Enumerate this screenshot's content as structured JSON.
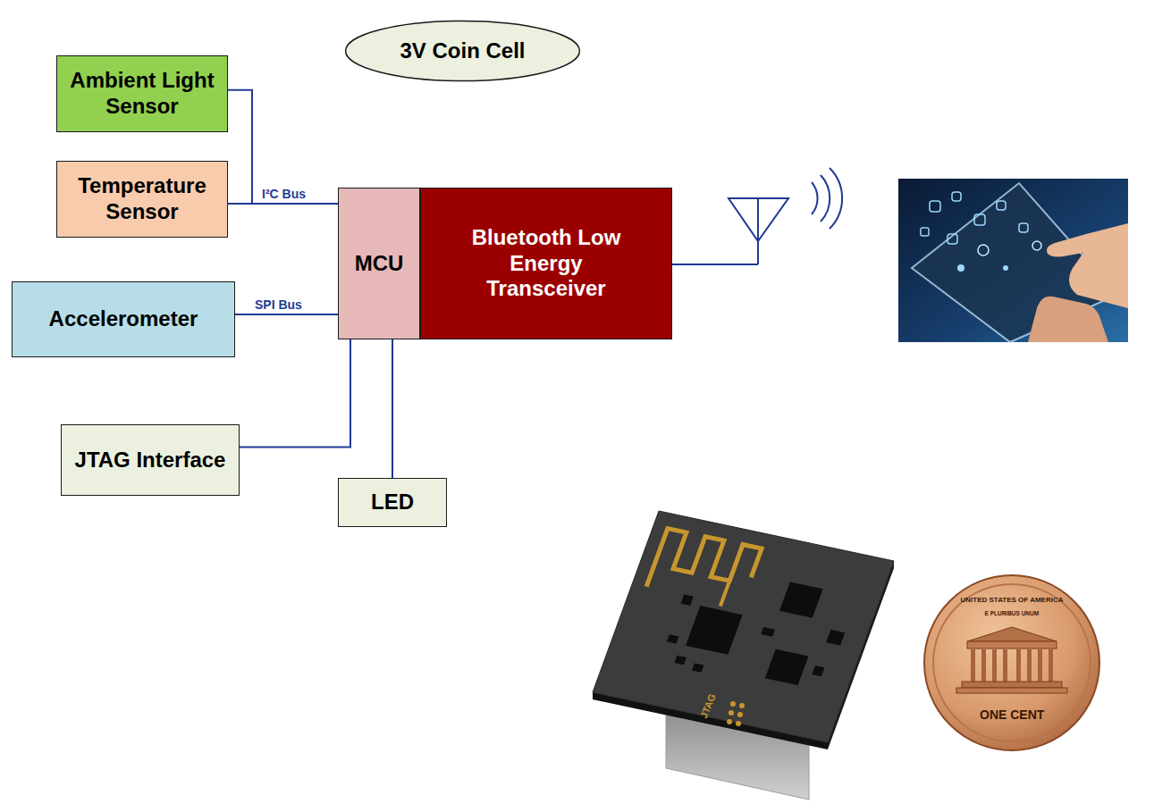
{
  "diagram": {
    "nodes": [
      {
        "text": [
          "3V Coin Cell"
        ]
      },
      {
        "text": [
          "Ambient Light Sensor"
        ]
      },
      {
        "text": [
          "Temperature Sensor"
        ]
      },
      {
        "text": [
          "Accelerometer"
        ]
      },
      {
        "text": [
          "MCU"
        ]
      },
      {
        "text": [
          "Bluetooth Low Energy Transceiver"
        ]
      },
      {
        "text": [
          "JTAG Interface"
        ]
      },
      {
        "text": [
          "LED"
        ]
      }
    ],
    "edges": [
      {
        "from": 1,
        "to": 4,
        "arrow": "none"
      },
      {
        "from": 2,
        "to": 4,
        "label": "I²C Bus",
        "arrow": "none"
      },
      {
        "from": 3,
        "to": 4,
        "label": "SPI Bus",
        "arrow": "none"
      },
      {
        "from": 6,
        "to": 4,
        "arrow": "none"
      },
      {
        "from": 7,
        "to": 4,
        "arrow": "none"
      }
    ],
    "labels": [
      "JTAG",
      "UNITED STATES OF AMERICA",
      "E PLURIBUS UNUM",
      "ONE CENT"
    ]
  }
}
